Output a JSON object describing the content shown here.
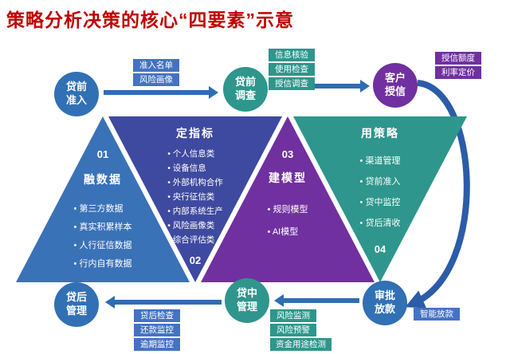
{
  "title": "策略分析决策的核心“四要素”示意",
  "colors": {
    "title_red": "#c00000",
    "circle_blue": "#3170b4",
    "circle_teal": "#2e968c",
    "circle_purple": "#7030a0",
    "triangle_blue": "#3a72b8",
    "triangle_indigo": "#3e49a0",
    "triangle_purple": "#7030a0",
    "triangle_teal": "#2e968c",
    "tag_blue": "#4472c4",
    "arrow_blue": "#2e6db4"
  },
  "flow": {
    "circles": [
      {
        "id": "pre-loan-access",
        "label": "贷前\n准入"
      },
      {
        "id": "pre-loan-investigation",
        "label": "贷前\n调查"
      },
      {
        "id": "customer-credit",
        "label": "客户\n授信"
      },
      {
        "id": "post-loan-management",
        "label": "贷后\n管理"
      },
      {
        "id": "in-loan-management",
        "label": "贷中\n管理"
      },
      {
        "id": "approval-lending",
        "label": "审批\n放款"
      }
    ],
    "tags": {
      "pre_access": [
        "准入名单",
        "风险画像"
      ],
      "pre_investigation": [
        "信息核验",
        "使用检查",
        "授信调查"
      ],
      "customer_credit": [
        "授信额度",
        "利率定价"
      ],
      "approval": [
        "智能放款"
      ],
      "in_loan": [
        "风险监测",
        "风险预警",
        "资金用途检测"
      ],
      "post_loan": [
        "贷后检查",
        "还款监控",
        "逾期监控"
      ]
    }
  },
  "pyramid": [
    {
      "num": "01",
      "label": "融数据",
      "items": [
        "第三方数据",
        "真实积累样本",
        "人行征信数据",
        "行内自有数据"
      ]
    },
    {
      "num": "02",
      "label": "定指标",
      "items": [
        "个人信息类",
        "设备信息",
        "外部机构合作",
        "央行征信类",
        "内部系统生产",
        "风险画像类",
        "综合评估类"
      ]
    },
    {
      "num": "03",
      "label": "建模型",
      "items": [
        "规则模型",
        "AI模型"
      ]
    },
    {
      "num": "04",
      "label": "用策略",
      "items": [
        "渠道管理",
        "贷前准入",
        "贷中监控",
        "贷后清收"
      ]
    }
  ]
}
